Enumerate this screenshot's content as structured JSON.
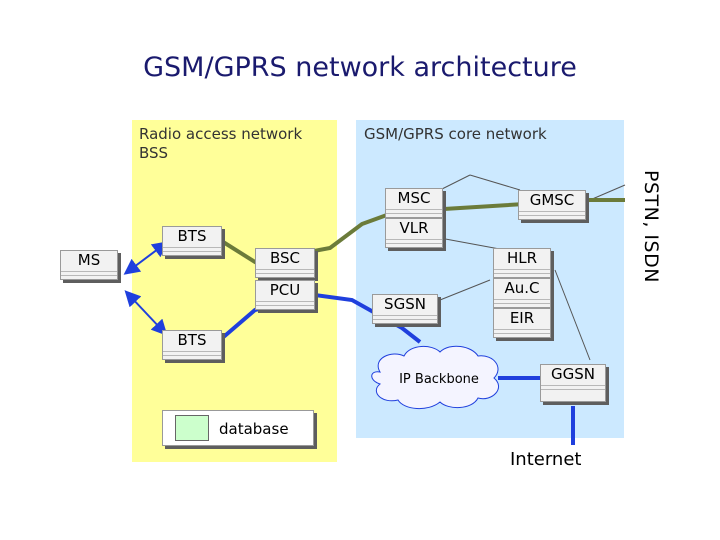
{
  "title": "GSM/GPRS network architecture",
  "regions": {
    "ran_line1": "Radio access network",
    "ran_line2": "BSS",
    "core": "GSM/GPRS core network",
    "pstn": "PSTN, ISDN"
  },
  "nodes": {
    "ms": "MS",
    "bts1": "BTS",
    "bts2": "BTS",
    "bsc": "BSC",
    "pcu": "PCU",
    "msc": "MSC",
    "vlr": "VLR",
    "gmsc": "GMSC",
    "hlr": "HLR",
    "auc": "Au.C",
    "eir": "EIR",
    "sgsn": "SGSN",
    "ggsn": "GGSN"
  },
  "ip_backbone": "IP Backbone",
  "legend": {
    "database": "database"
  },
  "internet": "Internet",
  "colors": {
    "title": "#1a1a6e",
    "ran_region": "#ffff99",
    "core_region": "#cce9ff",
    "voice_path": "#6b7b3a",
    "data_path": "#1f3fdd",
    "radio_link": "#1f3fdd",
    "database_fill": "#ccffcc"
  }
}
